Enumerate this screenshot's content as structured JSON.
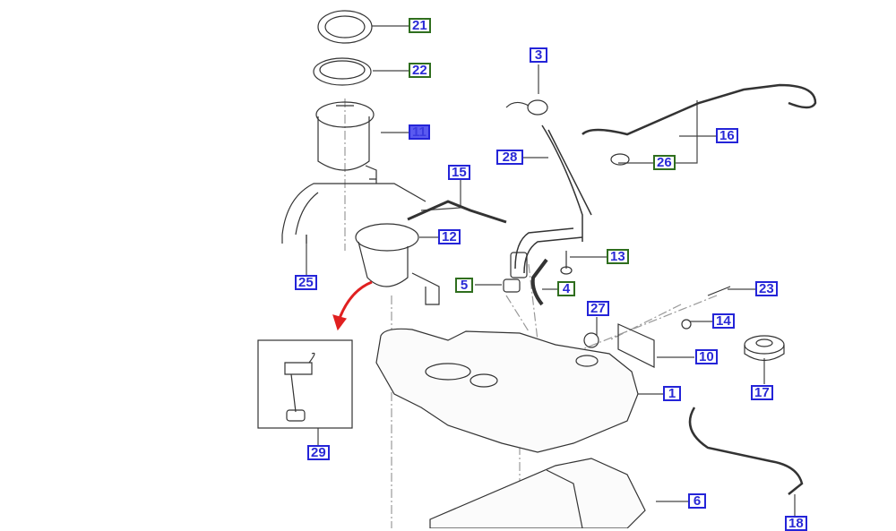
{
  "title": "Fuel tank and fuel system parts diagram",
  "colors": {
    "green_border": "#2f6e1e",
    "blue_border": "#2424d8",
    "selected_fill": "#5a5af0",
    "arrow": "#e02020"
  },
  "callouts": {
    "c21": "21",
    "c22": "22",
    "c11": "11",
    "c3": "3",
    "c28": "28",
    "c15": "15",
    "c16": "16",
    "c26": "26",
    "c12": "12",
    "c25": "25",
    "c13": "13",
    "c5": "5",
    "c4": "4",
    "c27": "27",
    "c23": "23",
    "c14": "14",
    "c10": "10",
    "c1": "1",
    "c17": "17",
    "c29": "29",
    "c6": "6",
    "c18": "18"
  },
  "selected_callout": "11"
}
